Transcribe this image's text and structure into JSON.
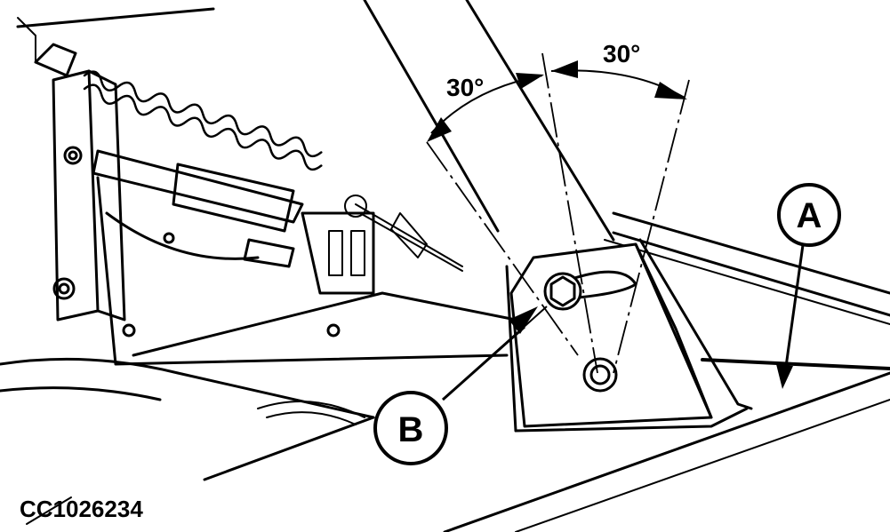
{
  "figure_id": "CC1026234",
  "angles": {
    "left": "30°",
    "right": "30°"
  },
  "callouts": {
    "a": "A",
    "b": "B"
  },
  "colors": {
    "ink": "#000000",
    "paper": "#ffffff"
  }
}
